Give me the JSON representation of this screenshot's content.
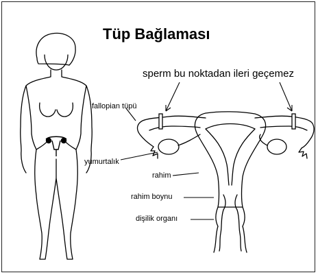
{
  "title": "Tüp Bağlaması",
  "labels": {
    "blocked_note": "sperm bu noktadan ileri geçemez",
    "fallopian_tube": "fallopian tüpü",
    "ovary": "yumurtalık",
    "uterus": "rahim",
    "cervix": "rahim boynu",
    "vagina": "dişilik organı"
  },
  "colors": {
    "line": "#000000",
    "background": "#ffffff"
  },
  "icons": {
    "figure": "female-body-outline",
    "organs": "female-reproductive-system-illustration",
    "ligation": "tube-ligation-clip-marks"
  }
}
